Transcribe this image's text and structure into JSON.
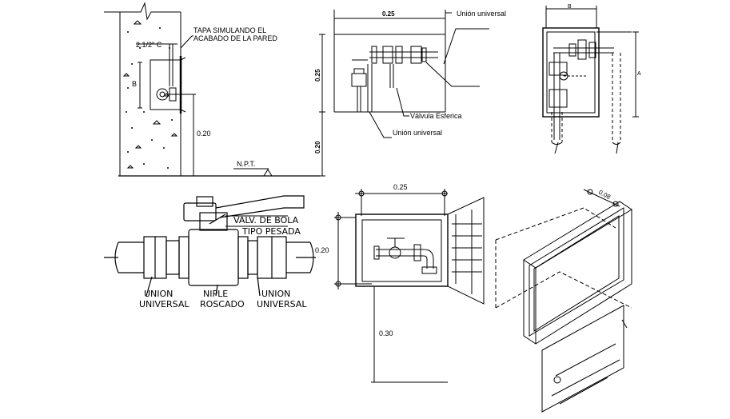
{
  "section_view": {
    "tapa_line1": "TAPA SIMULANDO EL",
    "tapa_line2": "ACABADO DE LA PARED",
    "dim_small": "2.1/2\" C",
    "dim_b": "B",
    "dim_height": "0.20",
    "npt": "N.P.T."
  },
  "elevation": {
    "width": "0.25",
    "height": "0.25",
    "floor_height": "0.20",
    "union_top": "Unión universal",
    "valve": "Válvula Esferica",
    "union_bottom": "Unión universal"
  },
  "front_view": {
    "dim_b": "B",
    "dim_a": "A"
  },
  "valve_detail": {
    "valve_line1": "VALV. DE BOLA",
    "valve_line2": "TIPO PESADA",
    "union_left_1": "UNION",
    "union_left_2": "UNIVERSAL",
    "niple_1": "NIPLE",
    "niple_2": "ROSCADO",
    "union_right_1": "UNION",
    "union_right_2": "UNIVERSAL"
  },
  "box_plan": {
    "width": "0.25",
    "height": "0.20",
    "floor_height": "0.30"
  },
  "iso_view": {
    "depth": "0.08"
  }
}
